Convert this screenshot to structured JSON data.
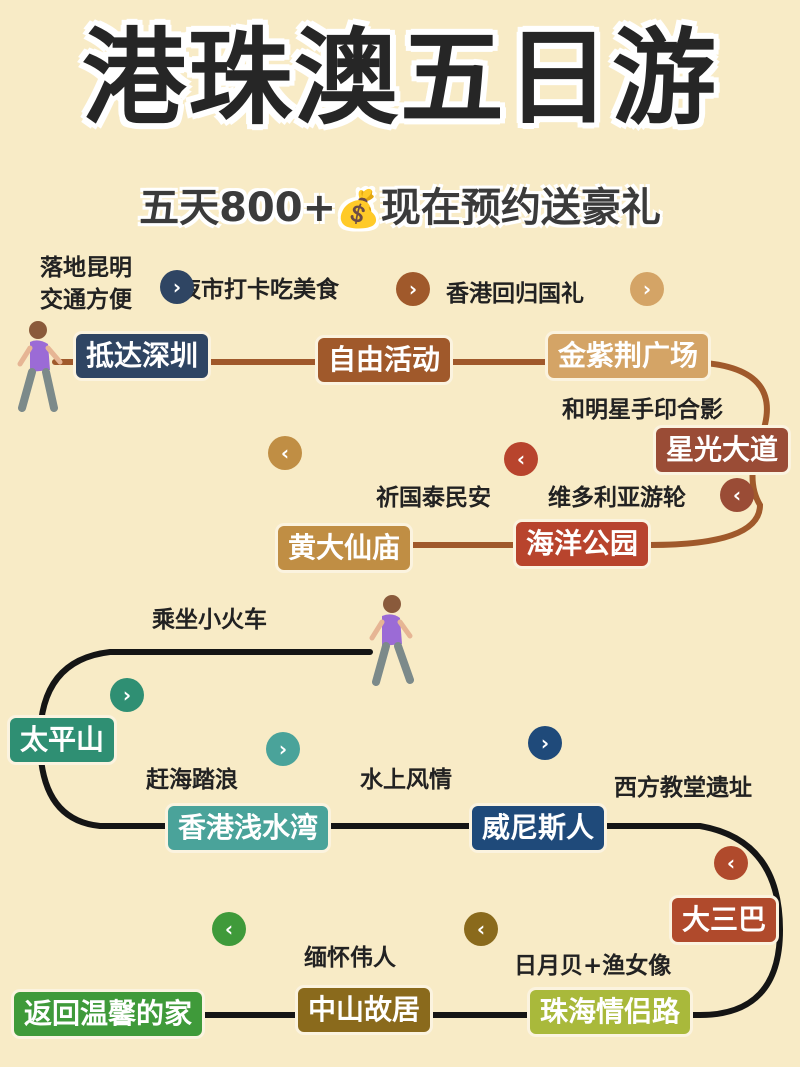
{
  "title": "港珠澳五日游",
  "subtitle": {
    "before": "五天800+",
    "emoji": "💰",
    "after": "现在预约送豪礼"
  },
  "icons": {
    "chevron": "chevron-icon",
    "person": "walking-person-icon",
    "money": "money-bag-icon"
  },
  "colors": {
    "background": "#f8ebc6",
    "route_brown": "#a0592b",
    "route_black": "#151515"
  },
  "stops": {
    "arrive_shenzhen": "抵达深圳",
    "free_activity": "自由活动",
    "golden_bauhinia": "金紫荆广场",
    "avenue_of_stars": "星光大道",
    "ocean_park": "海洋公园",
    "wong_tai_sin": "黄大仙庙",
    "the_peak": "太平山",
    "repulse_bay": "香港浅水湾",
    "venetian": "威尼斯人",
    "st_pauls": "大三巴",
    "lovers_road": "珠海情侣路",
    "sun_yat_sen": "中山故居",
    "return_home": "返回温馨的家"
  },
  "notes": {
    "land_kunming": "落地昆明",
    "convenient": "交通方便",
    "night_market": "夜市打卡吃美食",
    "hk_return": "香港回归国礼",
    "star_handprint": "和明星手印合影",
    "pray": "祈国泰民安",
    "cruise": "维多利亚游轮",
    "tram": "乘坐小火车",
    "beach": "赶海踏浪",
    "water": "水上风情",
    "church": "西方教堂遗址",
    "commemorate": "缅怀伟人",
    "moon_shell": "日月贝+渔女像"
  },
  "chevrons": {
    "right": "›",
    "left": "‹"
  }
}
